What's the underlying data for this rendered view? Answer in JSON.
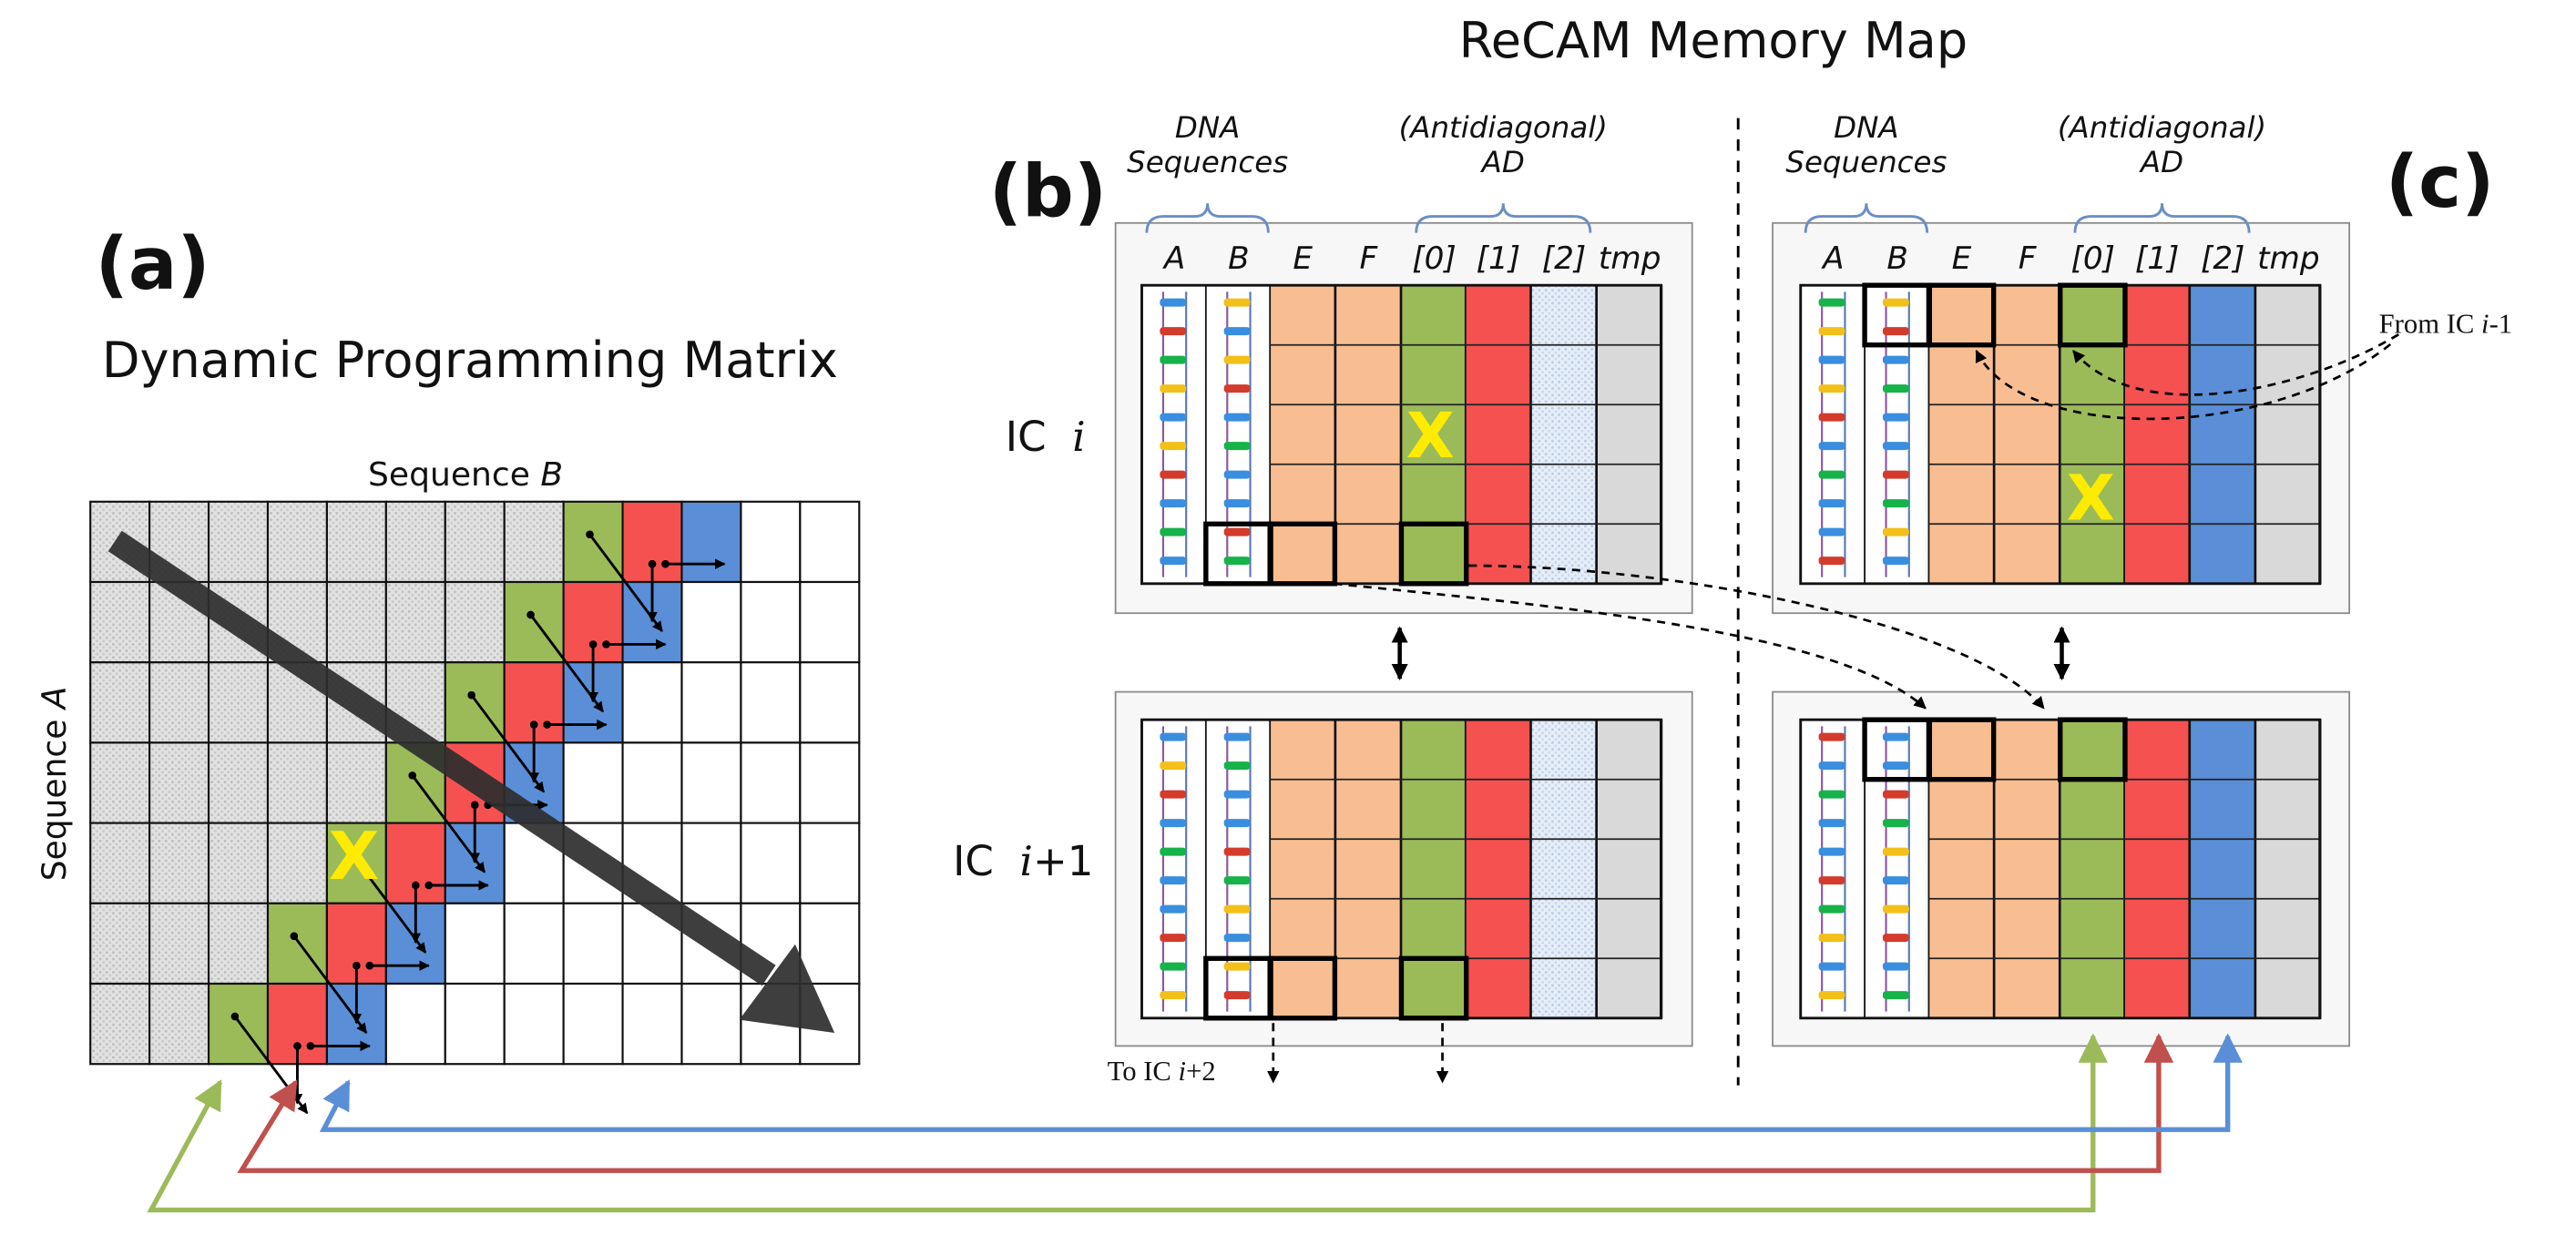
{
  "figure": {
    "title": "ReCAM Memory Map",
    "panel_labels": {
      "a": "(a)",
      "b": "(b)",
      "c": "(c)"
    }
  },
  "matrix": {
    "title": "Dynamic Programming Matrix",
    "x_axis_prefix": "Sequence ",
    "x_axis_var": "B",
    "y_axis_prefix": "Sequence ",
    "y_axis_var": "A",
    "mark": "X",
    "rows": 7,
    "cols": 13,
    "colors": {
      "green": "#9bbb59",
      "red": "#f65151",
      "blue": "#5a8fd8",
      "shaded": "#dcdcdc",
      "arrow": "#2e2e2e"
    }
  },
  "memory_map": {
    "group_dna": {
      "line1": "DNA",
      "line2": "Sequences"
    },
    "group_ad": {
      "line1": "(Antidiagonal)",
      "line2": "AD"
    },
    "columns": [
      "A",
      "B",
      "E",
      "F",
      "[0]",
      "[1]",
      "[2]",
      "tmp"
    ],
    "rows": [
      {
        "prefix": "IC ",
        "var": "i",
        "suffix": ""
      },
      {
        "prefix": "IC ",
        "var": "i",
        "suffix": "+1"
      }
    ],
    "from_note": {
      "prefix": "From IC ",
      "var": "i",
      "suffix": "-1"
    },
    "to_note": {
      "prefix": "To IC ",
      "var": "i",
      "suffix": "+2"
    },
    "mark": "X",
    "colors": {
      "orange": "#f8be92",
      "green": "#9bbb59",
      "red": "#f65151",
      "blue": "#5a8fd8",
      "gray": "#d9d9d9",
      "panel_bg": "#f7f7f7",
      "bracket": "#6b8fc4"
    }
  }
}
